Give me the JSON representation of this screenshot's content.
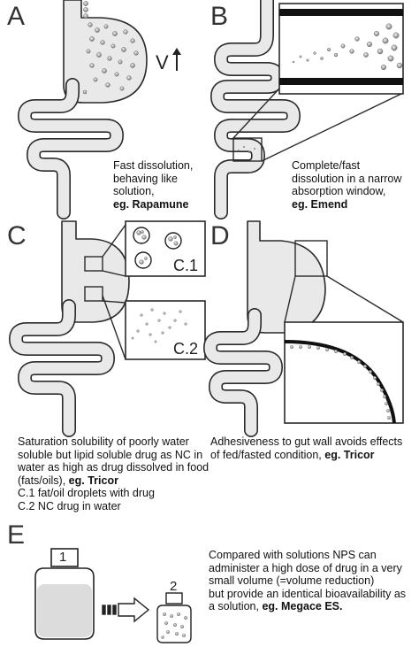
{
  "panels": {
    "A": {
      "letter": "A",
      "velocity_label": "V",
      "caption_lines": [
        "Fast dissolution,",
        "behaving like",
        "solution,"
      ],
      "caption_bold": "eg. Rapamune"
    },
    "B": {
      "letter": "B",
      "caption_lines": [
        "Complete/fast",
        "dissolution in a narrow",
        "absorption window,"
      ],
      "caption_bold": "eg. Emend"
    },
    "C": {
      "letter": "C",
      "inset1_label": "C.1",
      "inset2_label": "C.2",
      "caption_lines": [
        "Saturation solubility of poorly water",
        "soluble but lipid soluble drug as NC in",
        "water as high as drug dissolved in food",
        "(fats/oils),"
      ],
      "caption_bold": "eg. Tricor",
      "caption_extra": [
        "C.1 fat/oil droplets with drug",
        "C.2 NC drug in water"
      ]
    },
    "D": {
      "letter": "D",
      "caption_lines": [
        "Adhesiveness to gut wall avoids effects",
        "of fed/fasted condition,"
      ],
      "caption_bold": "eg. Tricor"
    },
    "E": {
      "letter": "E",
      "bottle1_label": "1",
      "bottle2_label": "2",
      "caption_lines": [
        "Compared with solutions NPS can",
        "administer a high dose of drug in a very",
        "small volume (=volume reduction)",
        "but provide an identical bioavailability as",
        "a solution,"
      ],
      "caption_bold": "eg. Megace ES."
    }
  },
  "colors": {
    "gut_fill": "#e9e9e9",
    "stroke": "#2a2a2a",
    "particle": "#8a8a8a"
  }
}
